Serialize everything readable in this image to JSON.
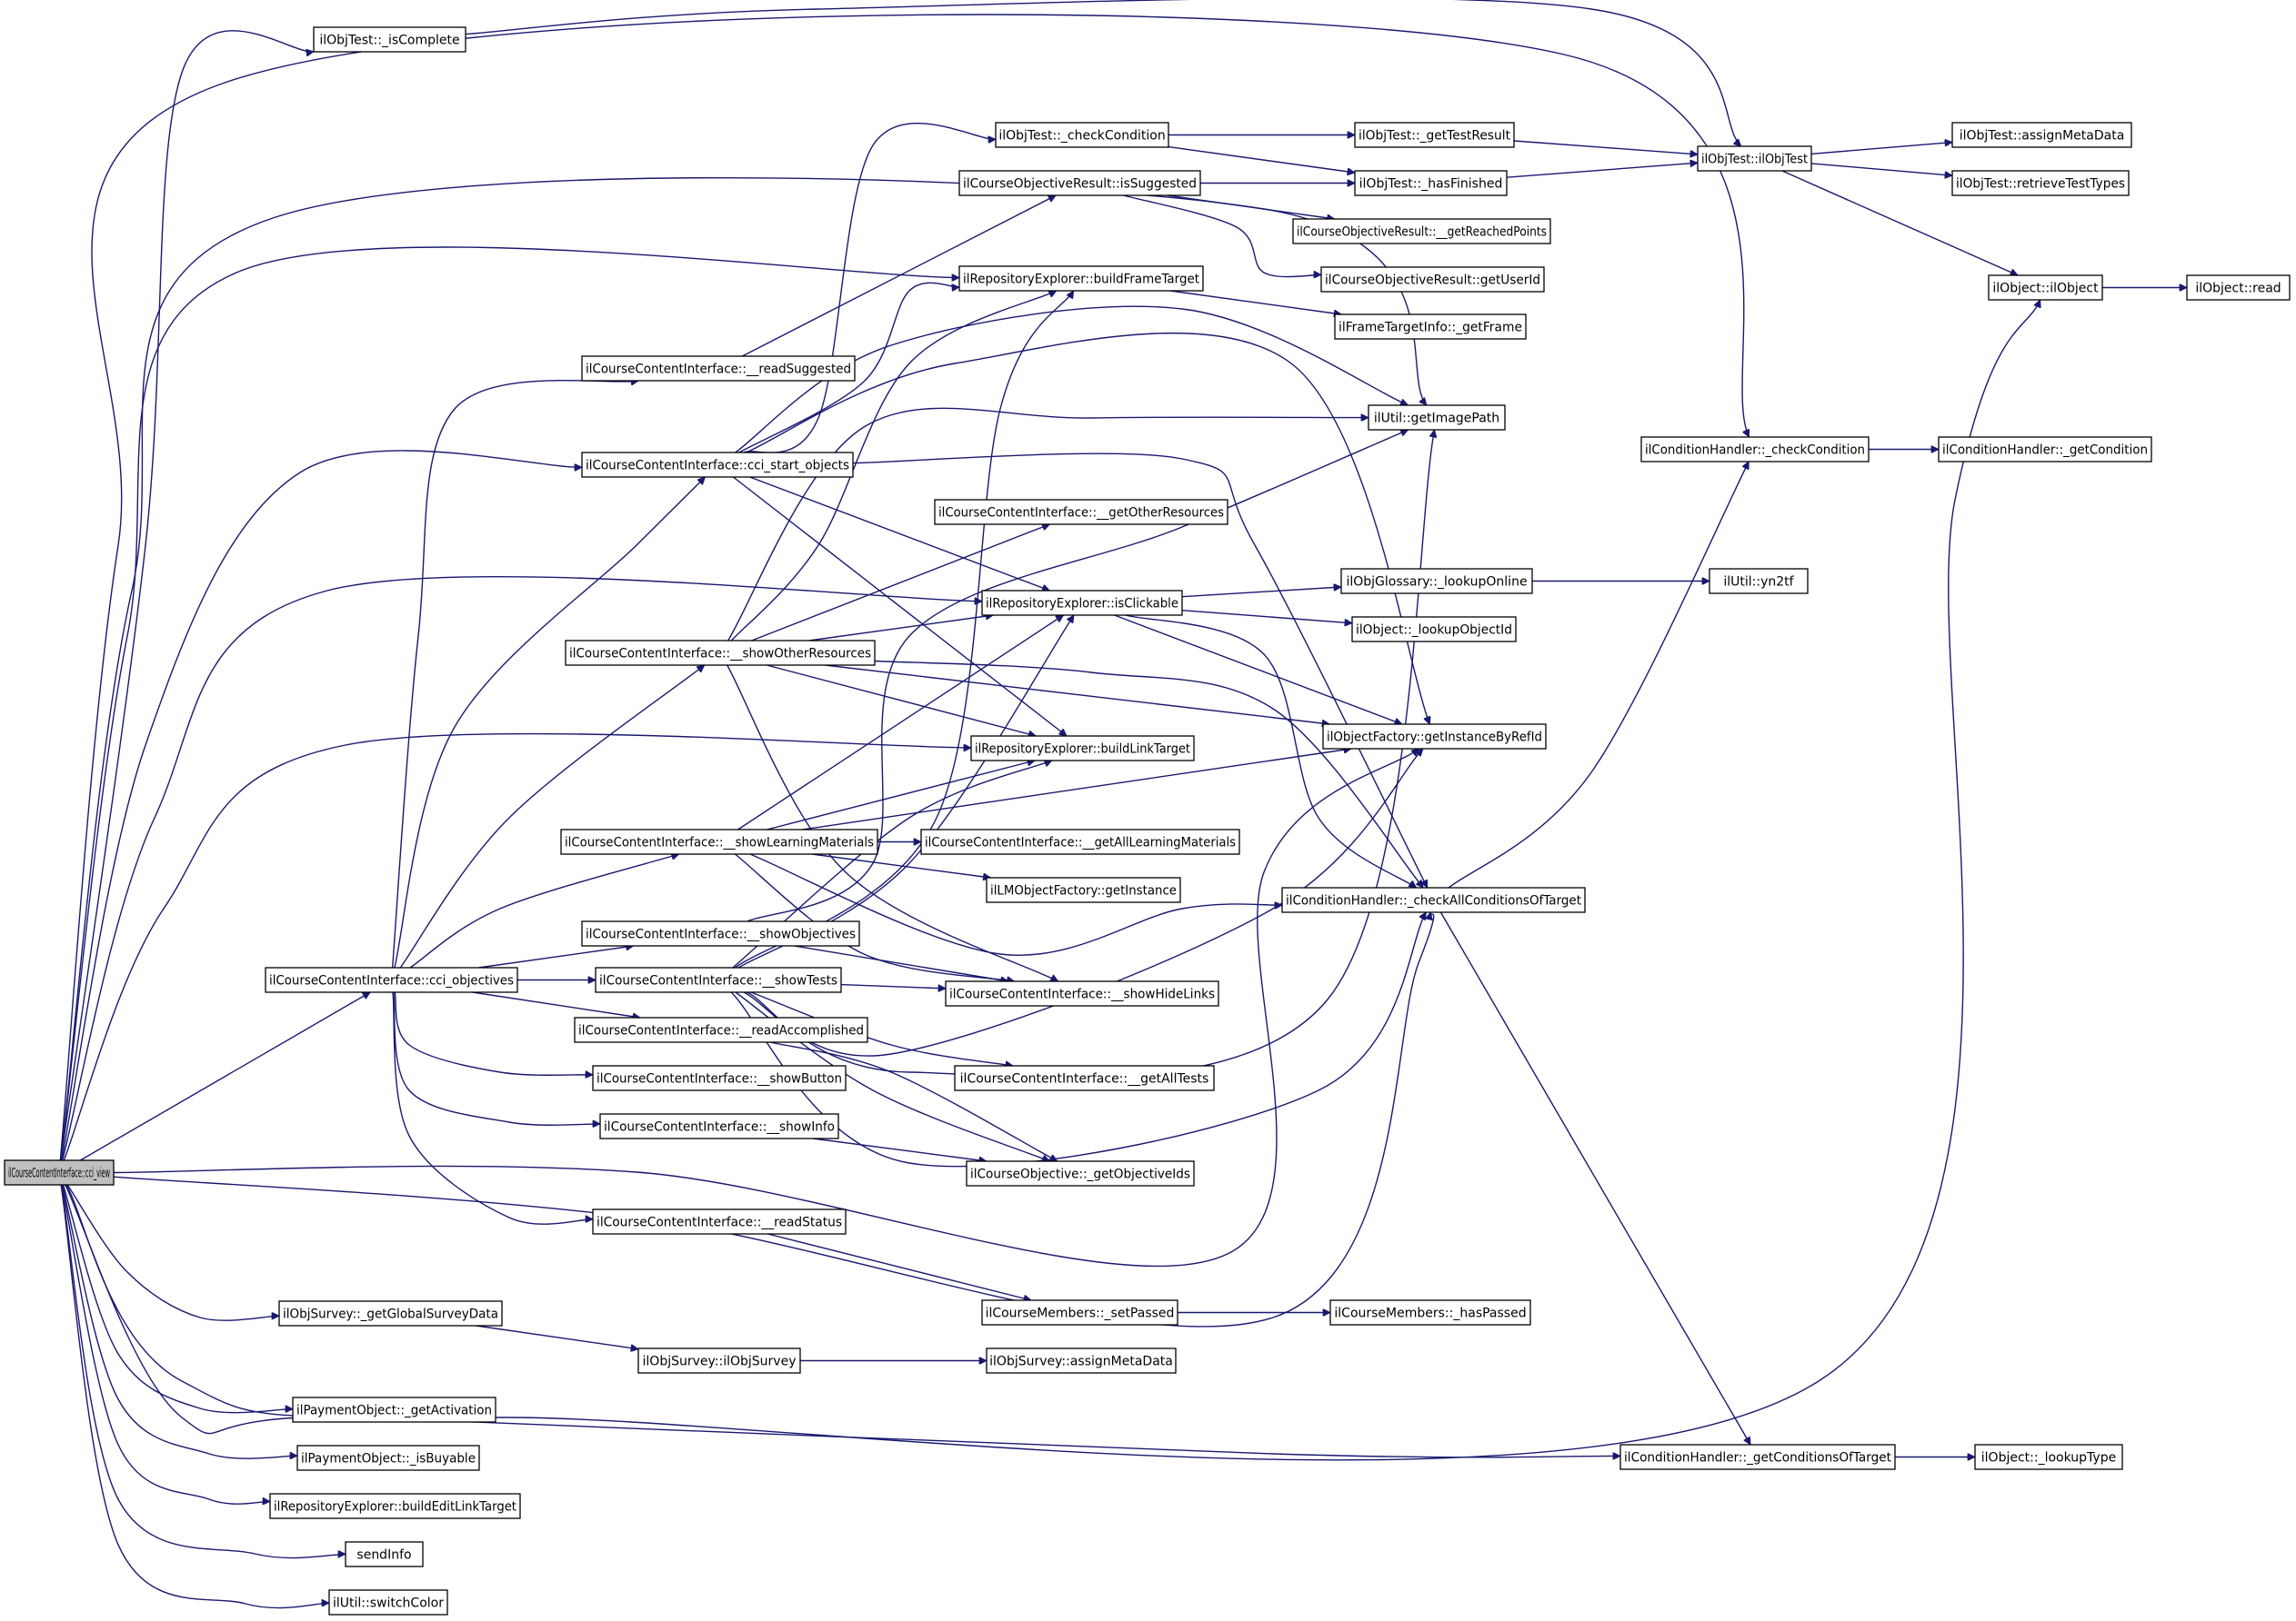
{
  "graph": {
    "nodes": {
      "n_view": "ilCourseContentInterface::cci_view",
      "n_isComplete": "ilObjTest::_isComplete",
      "n_checkCondTest": "ilObjTest::_checkCondition",
      "n_getTestResult": "ilObjTest::_getTestResult",
      "n_ilObjTest": "ilObjTest::ilObjTest",
      "n_assignMetaData": "ilObjTest::assignMetaData",
      "n_retrieveTestTypes": "ilObjTest::retrieveTestTypes",
      "n_isSuggested": "ilCourseObjectiveResult::isSuggested",
      "n_hasFinished": "ilObjTest::_hasFinished",
      "n_getReachedPoints": "ilCourseObjectiveResult::__getReachedPoints",
      "n_getUserId": "ilCourseObjectiveResult::getUserId",
      "n_ilObject": "ilObject::ilObject",
      "n_read": "ilObject::read",
      "n_buildFrameTarget": "ilRepositoryExplorer::buildFrameTarget",
      "n_getFrame": "ilFrameTargetInfo::_getFrame",
      "n_readSuggested": "ilCourseContentInterface::__readSuggested",
      "n_getImagePath": "ilUtil::getImagePath",
      "n_checkConditionHandler": "ilConditionHandler::_checkCondition",
      "n_getCondition": "ilConditionHandler::_getCondition",
      "n_startObjects": "ilCourseContentInterface::cci_start_objects",
      "n_getOtherResources": "ilCourseContentInterface::__getOtherResources",
      "n_isClickable": "ilRepositoryExplorer::isClickable",
      "n_lookupOnline": "ilObjGlossary::_lookupOnline",
      "n_yn2tf": "ilUtil::yn2tf",
      "n_lookupObjectId": "ilObject::_lookupObjectId",
      "n_showOtherResources": "ilCourseContentInterface::__showOtherResources",
      "n_getInstanceByRefId": "ilObjectFactory::getInstanceByRefId",
      "n_buildLinkTarget": "ilRepositoryExplorer::buildLinkTarget",
      "n_showLearningMaterials": "ilCourseContentInterface::__showLearningMaterials",
      "n_getAllLearningMaterials": "ilCourseContentInterface::__getAllLearningMaterials",
      "n_lmGetInstance": "ilLMObjectFactory::getInstance",
      "n_checkAllConditions": "ilConditionHandler::_checkAllConditionsOfTarget",
      "n_showObjectives": "ilCourseContentInterface::__showObjectives",
      "n_ccObjectives": "ilCourseContentInterface::cci_objectives",
      "n_showTests": "ilCourseContentInterface::__showTests",
      "n_showHideLinks": "ilCourseContentInterface::__showHideLinks",
      "n_readAccomplished": "ilCourseContentInterface::__readAccomplished",
      "n_getAllTests": "ilCourseContentInterface::__getAllTests",
      "n_showButton": "ilCourseContentInterface::__showButton",
      "n_showInfo": "ilCourseContentInterface::__showInfo",
      "n_getObjectiveIds": "ilCourseObjective::_getObjectiveIds",
      "n_readStatus": "ilCourseContentInterface::__readStatus",
      "n_setPassed": "ilCourseMembers::_setPassed",
      "n_hasPassed": "ilCourseMembers::_hasPassed",
      "n_getGlobalSurveyData": "ilObjSurvey::_getGlobalSurveyData",
      "n_ilObjSurvey": "ilObjSurvey::ilObjSurvey",
      "n_surveyAssignMetaData": "ilObjSurvey::assignMetaData",
      "n_getActivation": "ilPaymentObject::_getActivation",
      "n_isBuyable": "ilPaymentObject::_isBuyable",
      "n_getConditionsOfTarget": "ilConditionHandler::_getConditionsOfTarget",
      "n_lookupType": "ilObject::_lookupType",
      "n_buildEditLinkTarget": "ilRepositoryExplorer::buildEditLinkTarget",
      "n_sendInfo": "sendInfo",
      "n_switchColor": "ilUtil::switchColor"
    },
    "edge_color": "#191970"
  }
}
